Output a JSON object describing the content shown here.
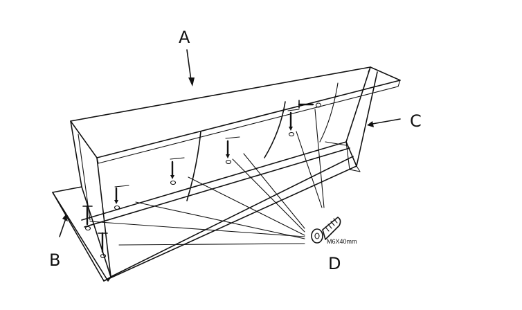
{
  "labels": {
    "a": "A",
    "b": "B",
    "c": "C",
    "d": "D"
  },
  "hardware": {
    "bolt_spec": "M6X40mm"
  }
}
